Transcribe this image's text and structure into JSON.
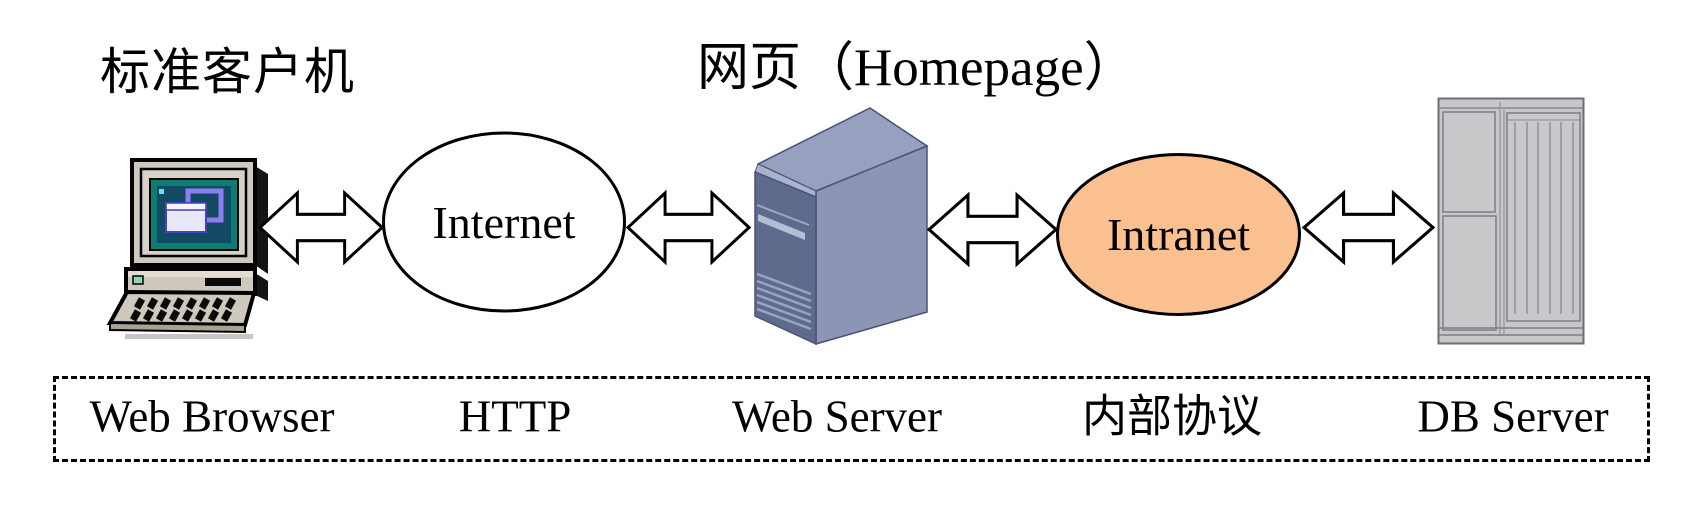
{
  "header": {
    "client_label": "标准客户机",
    "homepage_cn": "网页",
    "homepage_en": "（Homepage）"
  },
  "nodes": {
    "client": {
      "icon": "desktop-computer"
    },
    "internet": {
      "label": "Internet"
    },
    "web_server": {
      "icon": "server-tower"
    },
    "intranet": {
      "label": "Intranet"
    },
    "db_server": {
      "icon": "server-rack"
    }
  },
  "protocol_band": {
    "items": [
      {
        "label": "Web Browser"
      },
      {
        "label": "HTTP"
      },
      {
        "label": "Web Server"
      },
      {
        "label": "内部协议"
      },
      {
        "label": "DB Server"
      }
    ]
  },
  "colors": {
    "background": "#ffffff",
    "outline": "#000000",
    "arrow_fill": "#ffffff",
    "internet_fill": "#ffffff",
    "intranet_fill": "#fac090",
    "tower_front": "#5f6b8d",
    "tower_side": "#8c95b3",
    "tower_top": "#97a1bf",
    "tower_chamfer": "#aab3cc",
    "rack_fill": "#c7c7c9",
    "screen_teal": "#0c7c75"
  }
}
